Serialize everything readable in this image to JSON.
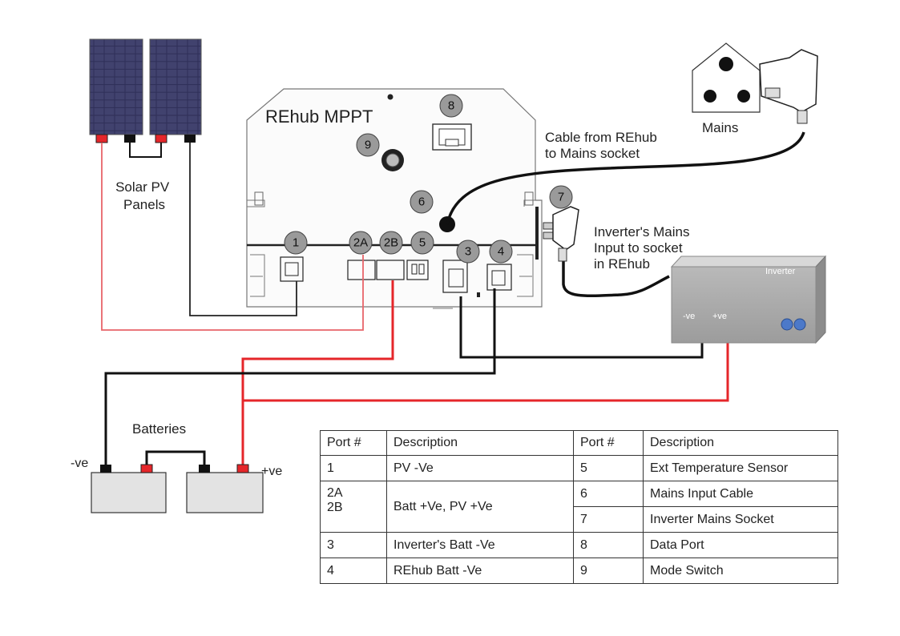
{
  "device": {
    "title": "REhub MPPT"
  },
  "labels": {
    "solar": "Solar PV Panels",
    "batteries": "Batteries",
    "neg": "-ve",
    "pos": "+ve",
    "cable_mains": "Cable from REhub to Mains socket",
    "mains": "Mains",
    "inverter_input": "Inverter's Mains Input to socket in REhub",
    "inverter": "Inverter",
    "inv_neg": "-ve",
    "inv_pos": "+ve"
  },
  "ports_on_device": [
    "1",
    "2A",
    "2B",
    "5",
    "3",
    "4",
    "6",
    "7",
    "8",
    "9"
  ],
  "table": {
    "headers": [
      "Port #",
      "Description",
      "Port #",
      "Description"
    ],
    "rows": [
      {
        "p1": "1",
        "d1": "PV -Ve",
        "p2": "5",
        "d2": "Ext Temperature Sensor"
      },
      {
        "p1a": "2A",
        "p1b": "2B",
        "d1": "Batt +Ve, PV +Ve",
        "p2": "6",
        "d2": "Mains Input Cable",
        "p2b": "7",
        "d2b": "Inverter Mains Socket"
      },
      {
        "p1": "3",
        "d1": "Inverter's Batt -Ve",
        "p2": "8",
        "d2": "Data Port"
      },
      {
        "p1": "4",
        "d1": "REhub Batt -Ve",
        "p2": "9",
        "d2": "Mode Switch"
      }
    ]
  },
  "colors": {
    "wire_pos": "#e5262a",
    "wire_neg": "#111111",
    "pv_wire": "#e8646a",
    "port_badge": "#9a9a9a"
  }
}
